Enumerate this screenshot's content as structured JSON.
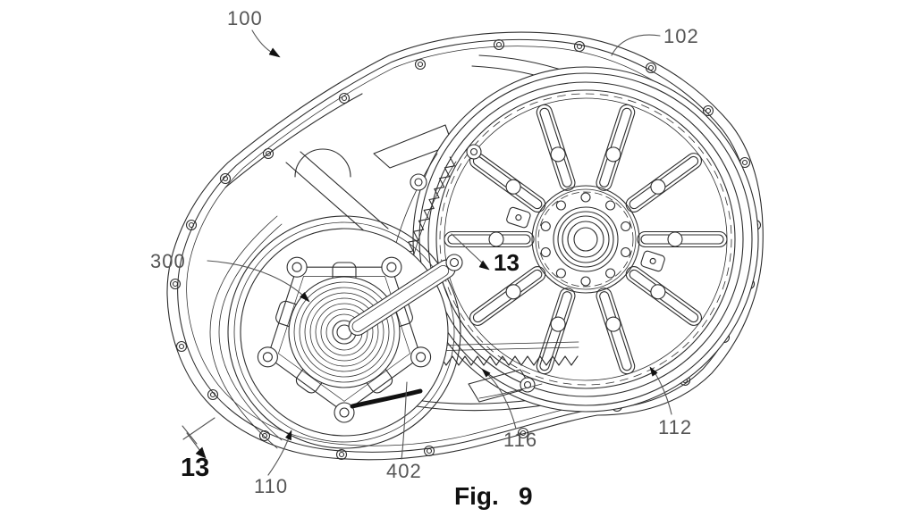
{
  "figure": {
    "caption": {
      "prefix": "Fig.",
      "number": "9"
    },
    "labels": {
      "l100": "100",
      "l102": "102",
      "l300": "300",
      "l13a": "13",
      "l13b": "13",
      "l110": "110",
      "l402": "402",
      "l116": "116",
      "l112": "112"
    },
    "colors": {
      "line": "#2d2d2d",
      "label": "#555555",
      "emphasis": "#111111",
      "background": "#ffffff"
    }
  }
}
